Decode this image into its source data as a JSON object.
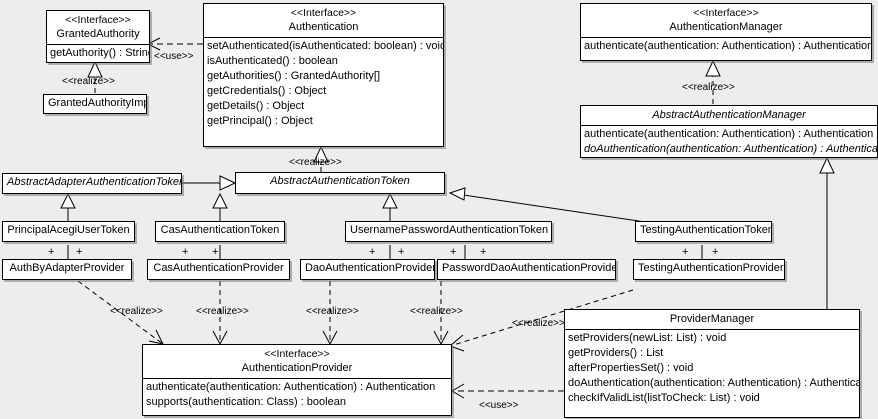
{
  "diagram": {
    "type": "uml-class-diagram",
    "background_color": "#ededed",
    "box_fill": "#ffffff",
    "line_color": "#000000",
    "stereotype_interface": "<<Interface>>",
    "stereotype_realize": "<<realize>>",
    "stereotype_use": "<<use>>",
    "multiplicity_marker": "+"
  },
  "classes": {
    "granted_authority": {
      "stereotype": "<<Interface>>",
      "name": "GrantedAuthority",
      "operations": [
        "getAuthority() : String"
      ]
    },
    "granted_authority_impl": {
      "name": "GrantedAuthorityImpl",
      "operations": []
    },
    "authentication": {
      "stereotype": "<<Interface>>",
      "name": "Authentication",
      "operations": [
        "setAuthenticated(isAuthenticated: boolean) : void",
        "isAuthenticated() : boolean",
        "getAuthorities() : GrantedAuthority[]",
        "getCredentials() : Object",
        "getDetails() : Object",
        "getPrincipal() : Object"
      ]
    },
    "authentication_manager": {
      "stereotype": "<<Interface>>",
      "name": "AuthenticationManager",
      "operations": [
        "authenticate(authentication: Authentication) : Authentication"
      ]
    },
    "abstract_authentication_manager": {
      "name": "AbstractAuthenticationManager",
      "abstract": true,
      "operations": [
        "authenticate(authentication: Authentication) : Authentication",
        "doAuthentication(authentication: Authentication) : Authentication"
      ],
      "abstract_operations": [
        1
      ]
    },
    "abstract_adapter_authentication_token": {
      "name": "AbstractAdapterAuthenticationToken",
      "abstract": true,
      "operations": []
    },
    "abstract_authentication_token": {
      "name": "AbstractAuthenticationToken",
      "abstract": true,
      "operations": []
    },
    "principal_acegi_user_token": {
      "name": "PrincipalAcegiUserToken",
      "operations": []
    },
    "cas_authentication_token": {
      "name": "CasAuthenticationToken",
      "operations": []
    },
    "username_password_authentication_token": {
      "name": "UsernamePasswordAuthenticationToken",
      "operations": []
    },
    "testing_authentication_token": {
      "name": "TestingAuthenticationToken",
      "operations": []
    },
    "auth_by_adapter_provider": {
      "name": "AuthByAdapterProvider",
      "operations": []
    },
    "cas_authentication_provider": {
      "name": "CasAuthenticationProvider",
      "operations": []
    },
    "dao_authentication_provider": {
      "name": "DaoAuthenticationProvider",
      "operations": []
    },
    "password_dao_authentication_provider": {
      "name": "PasswordDaoAuthenticationProvider",
      "operations": []
    },
    "testing_authentication_provider": {
      "name": "TestingAuthenticationProvider",
      "operations": []
    },
    "authentication_provider": {
      "stereotype": "<<Interface>>",
      "name": "AuthenticationProvider",
      "operations": [
        "authenticate(authentication: Authentication) : Authentication",
        "supports(authentication: Class) : boolean"
      ]
    },
    "provider_manager": {
      "name": "ProviderManager",
      "operations": [
        "setProviders(newList: List) : void",
        "getProviders() : List",
        "afterPropertiesSet() : void",
        "doAuthentication(authentication: Authentication) : Authentication",
        "checkIfValidList(listToCheck: List) : void"
      ]
    }
  },
  "relationship_labels": {
    "use_granted_authority": "<<use>>",
    "realize_granted_authority_impl": "<<realize>>",
    "realize_abstract_auth_token": "<<realize>>",
    "realize_abstract_auth_manager": "<<realize>>",
    "realize_auth_by_adapter_provider": "<<realize>>",
    "realize_cas_authentication_provider": "<<realize>>",
    "realize_dao_authentication_provider": "<<realize>>",
    "realize_password_dao_authentication_provider": "<<realize>>",
    "realize_testing_authentication_provider": "<<realize>>",
    "use_provider_manager": "<<use>>"
  },
  "association_markers": {
    "principal_left": "+",
    "principal_right": "+",
    "cas_left": "+",
    "cas_right": "+",
    "userpass_left": "+",
    "userpass_mid": "+",
    "userpass_right1": "+",
    "userpass_right2": "+",
    "testing_left": "+",
    "testing_right": "+"
  }
}
